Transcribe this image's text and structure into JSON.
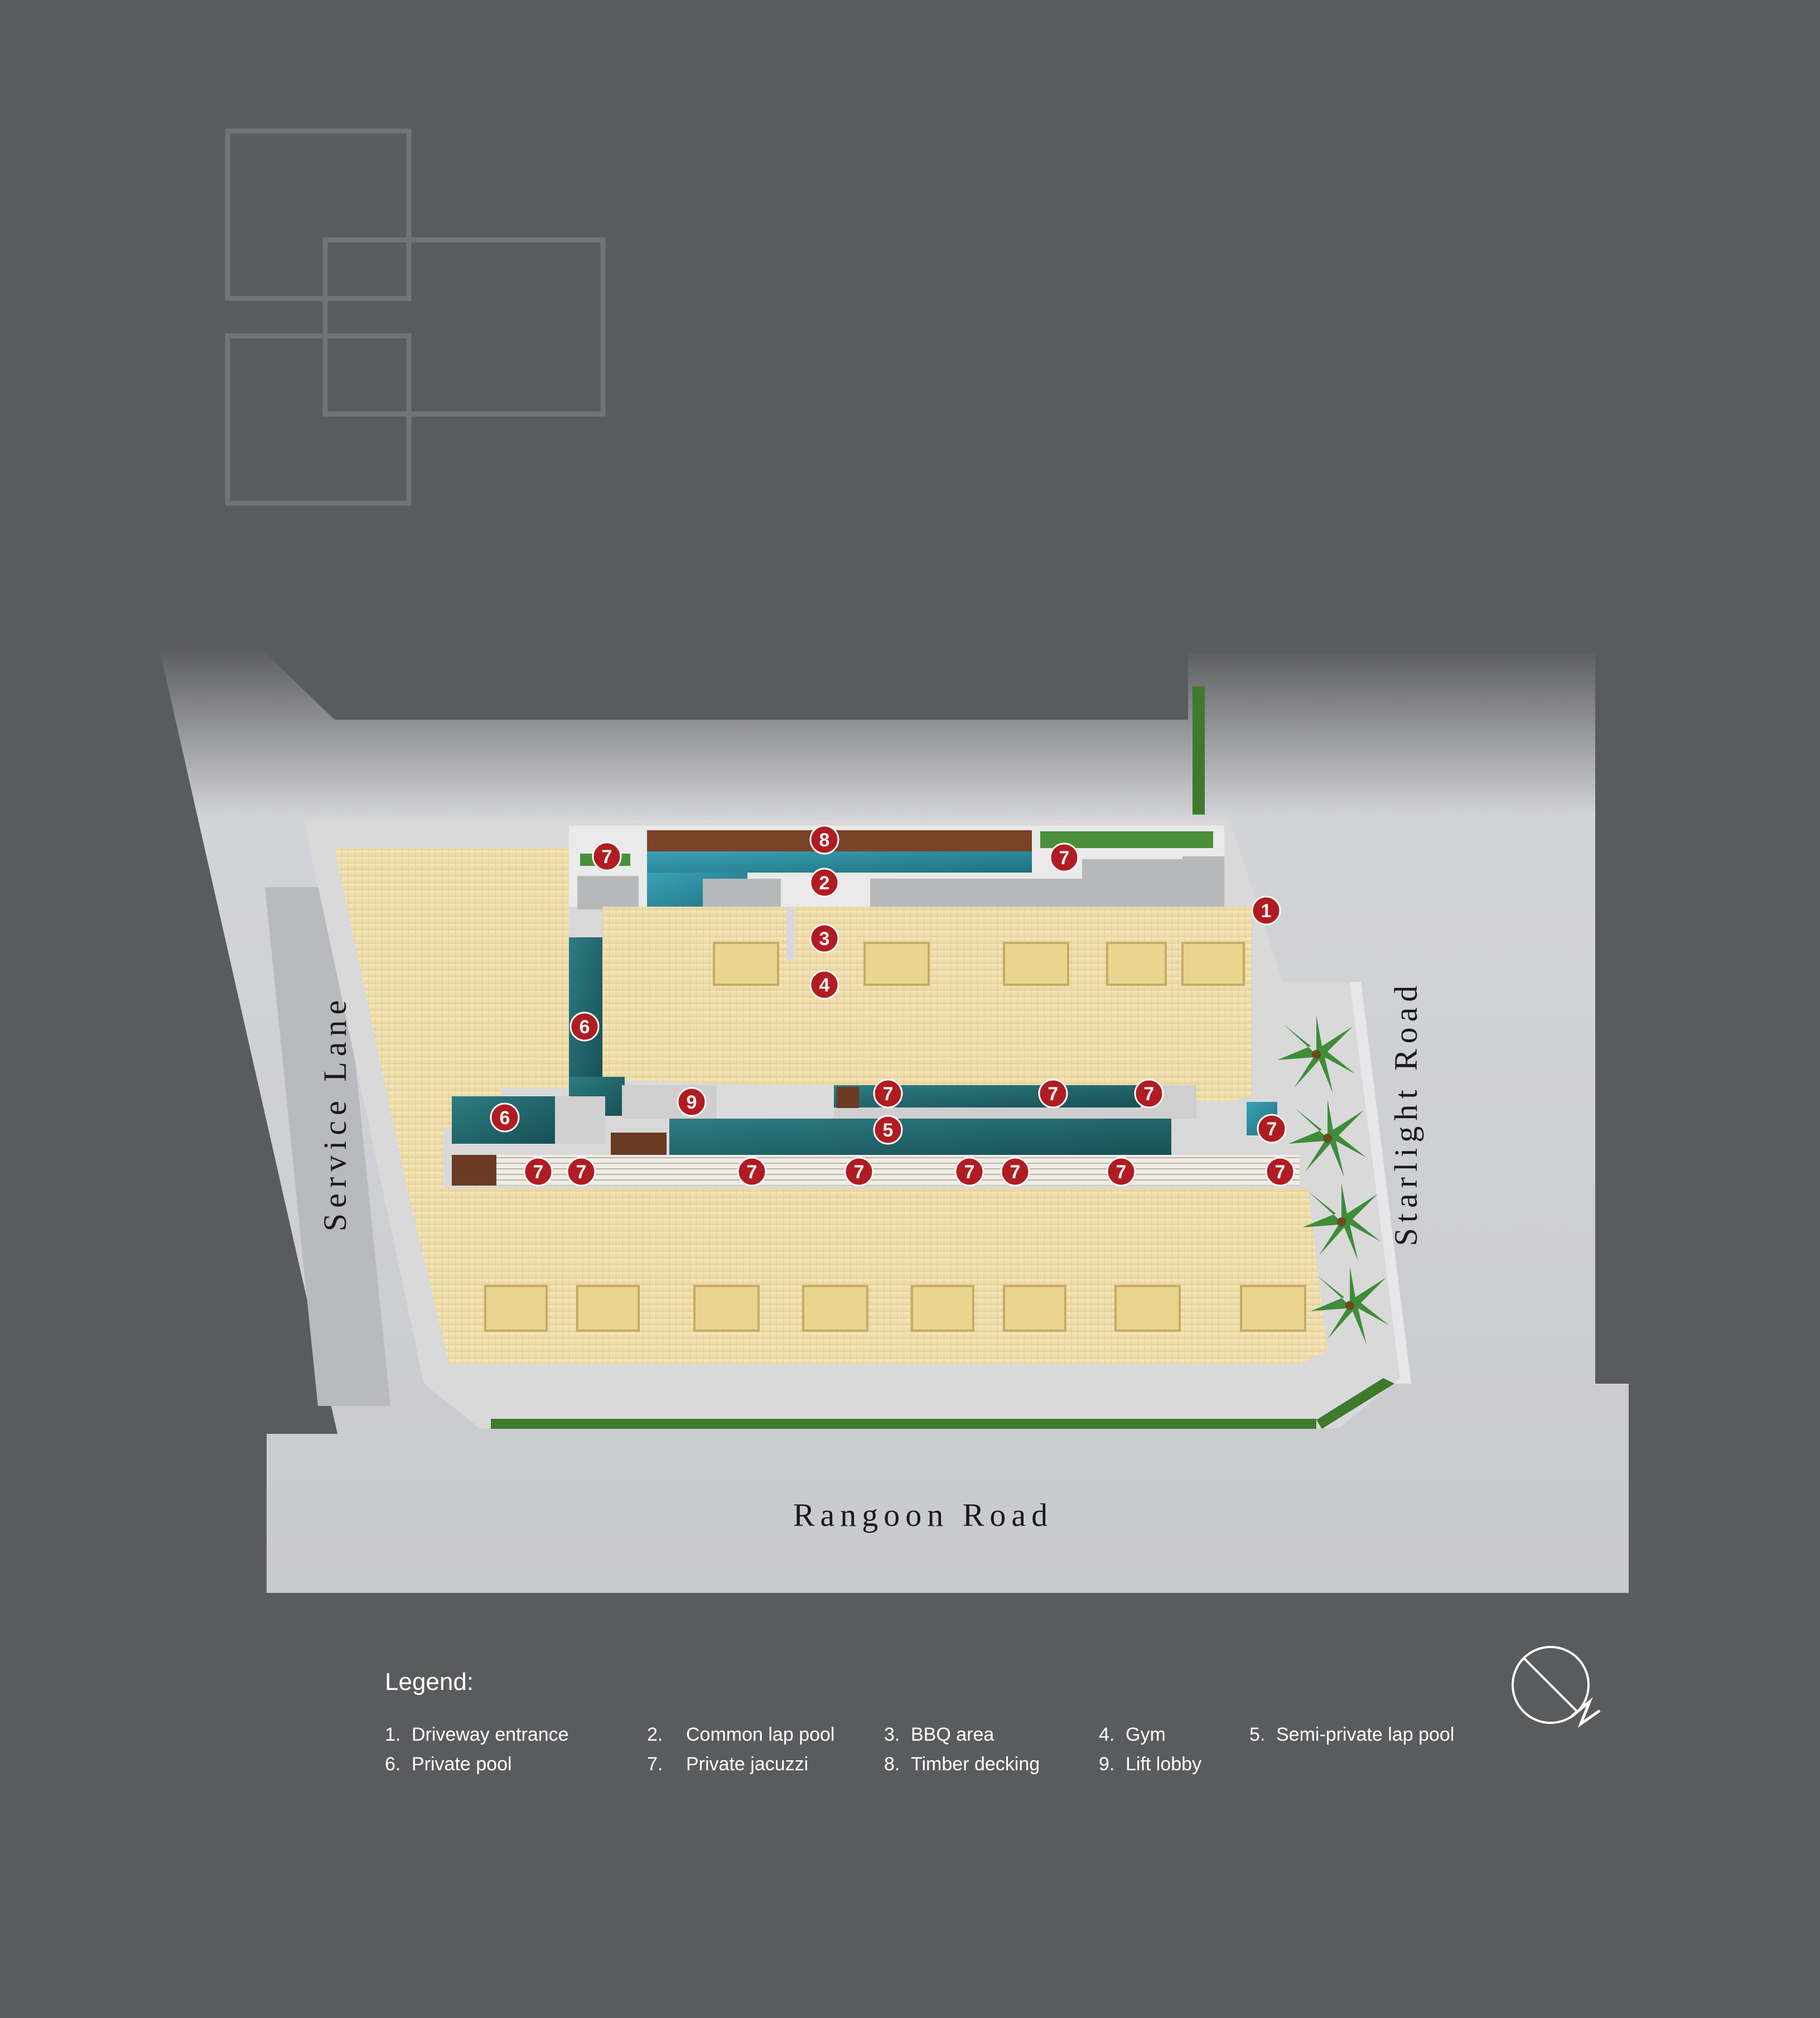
{
  "roads": {
    "service_lane": "Service  Lane",
    "starlight_road": "Starlight  Road",
    "rangoon_road": "Rangoon  Road"
  },
  "markers": {
    "driveway": "1",
    "common_lap_pool": "2",
    "bbq": "3",
    "gym": "4",
    "semi_private_pool": "5",
    "private_pool": "6",
    "jacuzzi": "7",
    "timber_decking": "8",
    "lift_lobby": "9"
  },
  "legend": {
    "title": "Legend:",
    "items": [
      {
        "num": "1.",
        "label": "Driveway entrance"
      },
      {
        "num": "2.",
        "label": "Common lap pool"
      },
      {
        "num": "3.",
        "label": "BBQ area"
      },
      {
        "num": "4.",
        "label": "Gym"
      },
      {
        "num": "5.",
        "label": "Semi-private lap pool"
      },
      {
        "num": "6.",
        "label": "Private pool"
      },
      {
        "num": "7.",
        "label": "Private jacuzzi"
      },
      {
        "num": "8.",
        "label": "Timber decking"
      },
      {
        "num": "9.",
        "label": "Lift lobby"
      }
    ]
  },
  "colors": {
    "background": "#5a5b5d",
    "road": "#d0d1d6",
    "roof": "#f2e2b0",
    "pool": "#2f8fa3",
    "marker": "#b01c22",
    "greenery": "#3e7a2c",
    "timber": "#6b3a22"
  }
}
